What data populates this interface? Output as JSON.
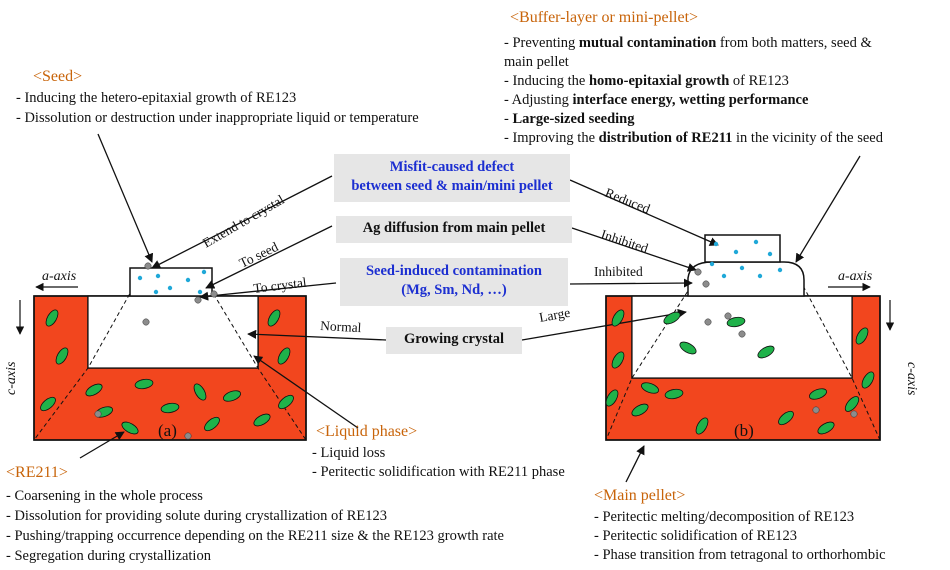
{
  "seed": {
    "heading": "<Seed>",
    "lines": [
      "- Inducing the hetero-epitaxial growth of RE123",
      "- Dissolution or destruction under inappropriate liquid or temperature"
    ]
  },
  "buffer": {
    "heading": "<Buffer-layer or mini-pellet>",
    "line1_pre": " - Preventing ",
    "line1_bold": "mutual contamination",
    "line1_post": " from both  matters, seed &",
    "line1_cont": "main pellet",
    "line2_pre": " - Inducing the ",
    "line2_bold": "homo-epitaxial growth",
    "line2_post": " of RE123",
    "line3_pre": " - Adjusting ",
    "line3_bold": "interface energy, wetting performance",
    "line4_pre": " - ",
    "line4_bold": "Large-sized seeding",
    "line5_pre": " - Improving the ",
    "line5_bold": "distribution of RE211",
    "line5_post": " in the vicinity of the seed"
  },
  "callouts": {
    "misfit": [
      "Misfit-caused defect",
      "between seed & main/mini pellet"
    ],
    "ag": "Ag diffusion from main pellet",
    "contamination": [
      "Seed-induced contamination",
      "(Mg, Sm, Nd, …)"
    ],
    "growing": "Growing crystal"
  },
  "arrow_labels": {
    "extend": "Extend to crystal",
    "to_seed": "To seed",
    "to_crystal": "To crystal",
    "normal": "Normal",
    "reduced": "Reduced",
    "inhibited1": "Inhibited",
    "inhibited2": "Inhibited",
    "large": "Large"
  },
  "axes": {
    "a_left": "a-axis",
    "c_left": "c-axis",
    "a_right": "a-axis",
    "c_right": "c-axis"
  },
  "panels": {
    "a": "(a)",
    "b": "(b)"
  },
  "liquid": {
    "heading": "<Liquid phase>",
    "lines": [
      "- Liquid loss",
      "- Peritectic solidification with RE211 phase"
    ]
  },
  "re211": {
    "heading": "<RE211>",
    "lines": [
      "- Coarsening in the whole process",
      "- Dissolution for providing solute during crystallization of RE123",
      "- Pushing/trapping occurrence depending on the RE211 size & the RE123 growth rate",
      "- Segregation during crystallization"
    ]
  },
  "main_pellet": {
    "heading": "<Main pellet>",
    "lines": [
      "- Peritectic melting/decomposition of RE123",
      "- Peritectic solidification of RE123",
      "- Phase transition from tetragonal to orthorhombic"
    ]
  },
  "colors": {
    "pellet": "#f2461e",
    "re211": "#1fb24a",
    "heading": "#c8640a",
    "callout_text": "#1c2fd1",
    "callout_bg": "#e6e6e6",
    "dot_cyan": "#1fa8d8",
    "dot_gray": "#8c8c8c"
  }
}
